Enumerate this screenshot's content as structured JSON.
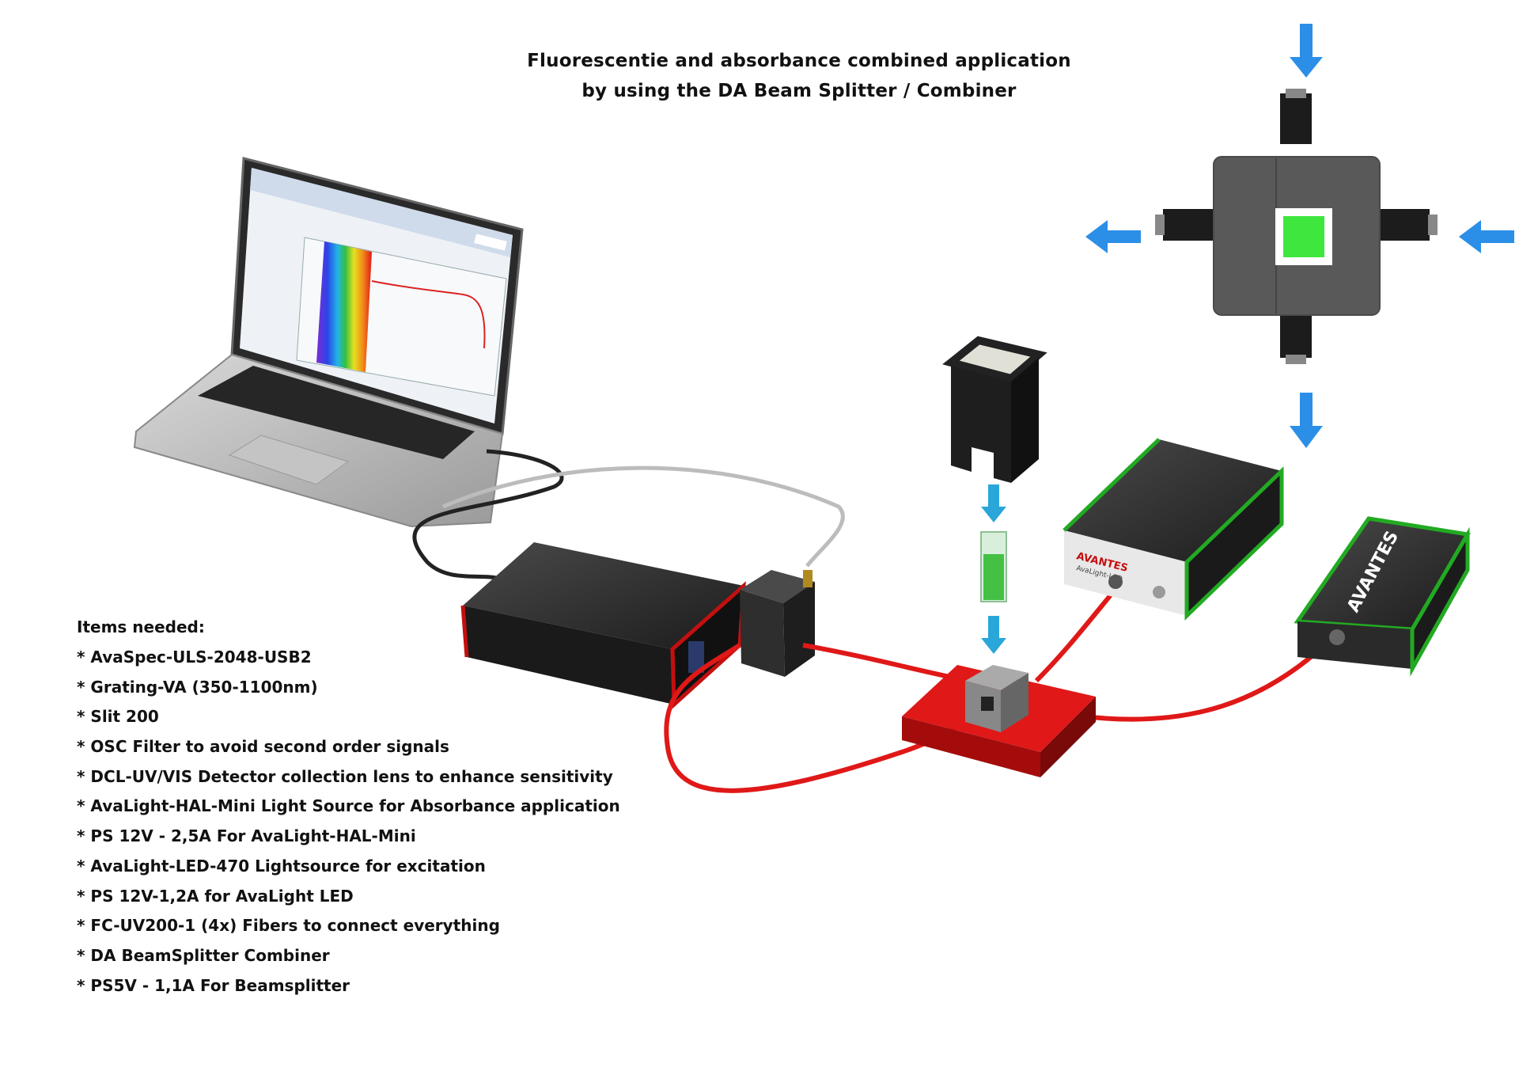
{
  "title": {
    "line1": "Fluorescentie and absorbance combined application",
    "line2": "by using the DA Beam Splitter / Combiner"
  },
  "items_needed": {
    "heading": "Items needed:",
    "items": [
      "* AvaSpec-ULS-2048-USB2",
      "* Grating-VA (350-1100nm)",
      "* Slit 200",
      "* OSC Filter to avoid second order signals",
      "* DCL-UV/VIS Detector collection lens to enhance sensitivity",
      "* AvaLight-HAL-Mini Light Source for Absorbance application",
      "* PS 12V - 2,5A For AvaLight-HAL-Mini",
      "* AvaLight-LED-470 Lightsource for excitation",
      "* PS 12V-1,2A for AvaLight LED",
      "* FC-UV200-1 (4x) Fibers to connect everything",
      "* DA BeamSplitter Combiner",
      "* PS5V - 1,1A For Beamsplitter"
    ]
  },
  "brand": {
    "name": "AVANTES",
    "led_source_label": "AvaLight-LED"
  },
  "colors": {
    "fiber_red": "#e01818",
    "arrow_blue": "#2b8fe8",
    "accent_green": "#22aa22",
    "accent_red": "#c40f0f",
    "window_green": "#3ee63e"
  }
}
